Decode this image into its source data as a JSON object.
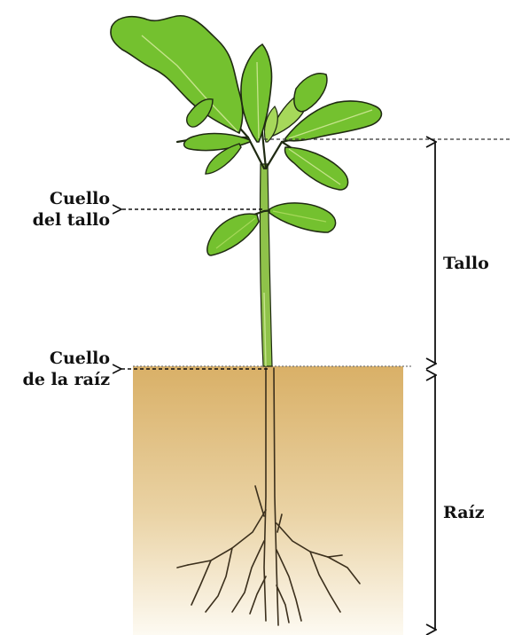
{
  "labels": {
    "cuello_tallo_line1": "Cuello",
    "cuello_tallo_line2": "del tallo",
    "cuello_raiz_line1": "Cuello",
    "cuello_raiz_line2": "de la raíz",
    "tallo": "Tallo",
    "raiz": "Raíz"
  },
  "colors": {
    "leaf_fill": "#74c12f",
    "leaf_light": "#a6d85a",
    "leaf_outline": "#1f2a12",
    "stem": "#8fc24a",
    "soil_top": "#d9b067",
    "soil_bottom": "#fbf6ea",
    "root": "#3b2f1c"
  },
  "icons": [
    "dashed-arrow-icon",
    "double-arrow-icon"
  ]
}
